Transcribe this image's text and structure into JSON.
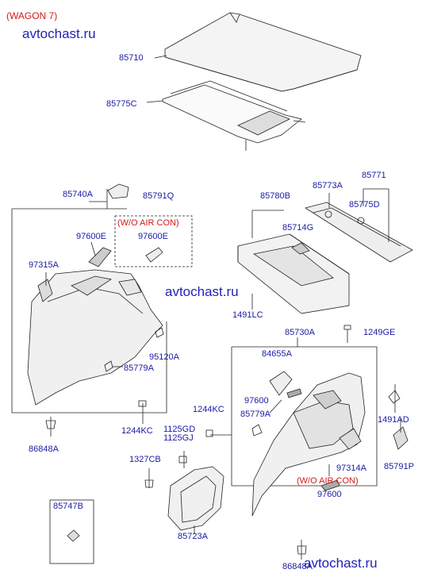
{
  "title": "(WAGON 7)",
  "watermark": "avtochast.ru",
  "notes": {
    "wo_air_con_1": "(W/O AIR CON)",
    "wo_air_con_2": "(W/O AIR CON)"
  },
  "parts": {
    "p85710": "85710",
    "p85775C": "85775C",
    "p85740A": "85740A",
    "p85791Q": "85791Q",
    "p97600E_a": "97600E",
    "p97600E_b": "97600E",
    "p97315A": "97315A",
    "p95120A": "95120A",
    "p85779A_a": "85779A",
    "p1244KC_a": "1244KC",
    "p86848A_a": "86848A",
    "p85780B": "85780B",
    "p85714G": "85714G",
    "p85773A": "85773A",
    "p85771": "85771",
    "p85775D": "85775D",
    "p1491LC": "1491LC",
    "p85730A": "85730A",
    "p1249GE": "1249GE",
    "p84655A": "84655A",
    "p97600_a": "97600",
    "p85779A_b": "85779A",
    "p1244KC_b": "1244KC",
    "p1125GD": "1125GD",
    "p1125GJ": "1125GJ",
    "p1327CB": "1327CB",
    "p85723A": "85723A",
    "p97314A": "97314A",
    "p97600_b": "97600",
    "p1491AD": "1491AD",
    "p85791P": "85791P",
    "p86848A_b": "86848A",
    "p85747B": "85747B"
  }
}
